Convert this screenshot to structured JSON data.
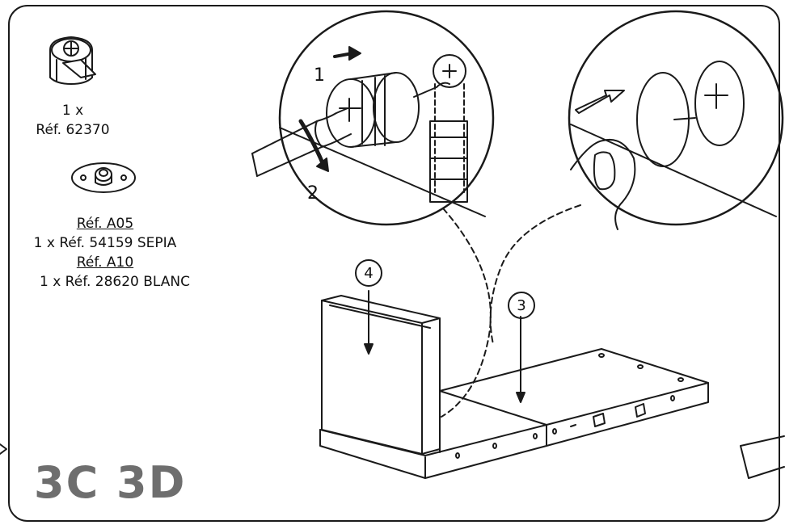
{
  "parts": {
    "cam_qty": "1 x",
    "cam_ref": "Réf. 62370",
    "cap_ref_a05": "Réf. A05",
    "cap_a05_detail": "1 x Réf. 54159 SEPIA",
    "cap_ref_a10": "Réf. A10",
    "cap_a10_detail": "1 x Réf. 28620 BLANC"
  },
  "callouts": {
    "panel_4": "4",
    "panel_3": "3",
    "action_1": "1",
    "action_2": "2"
  },
  "steps": {
    "label": "3C 3D"
  },
  "colors": {
    "line": "#1a1a1a",
    "step_text": "#6e6e6e",
    "background": "#ffffff"
  }
}
